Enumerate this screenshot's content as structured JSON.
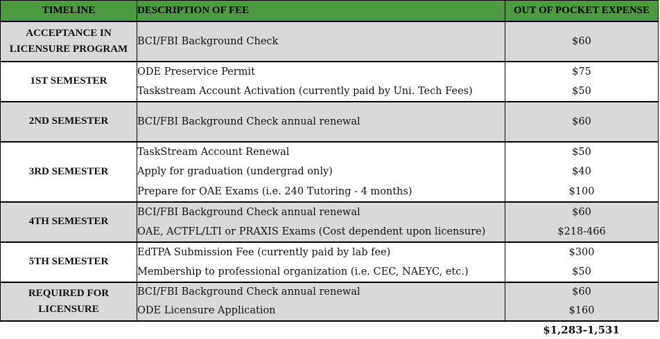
{
  "headers": {
    "timeline": "TIMELINE",
    "description": "DESCRIPTION OF FEE",
    "expense": "OUT OF POCKET EXPENSE"
  },
  "groups": [
    {
      "timeline": "ACCEPTANCE IN LICENSURE PROGRAM",
      "shade": "gray",
      "items": [
        {
          "description": "BCI/FBI Background Check",
          "cost": "$60"
        }
      ]
    },
    {
      "timeline": "1ST SEMESTER",
      "shade": "white",
      "items": [
        {
          "description": "ODE Preservice Permit",
          "cost": "$75"
        },
        {
          "description": "Taskstream Account Activation (currently paid by Uni. Tech Fees)",
          "cost": "$50"
        }
      ]
    },
    {
      "timeline": "2ND SEMESTER",
      "shade": "gray",
      "items": [
        {
          "description": "BCI/FBI Background Check annual renewal",
          "cost": "$60"
        }
      ]
    },
    {
      "timeline": "3RD SEMESTER",
      "shade": "white",
      "items": [
        {
          "description": "TaskStream Account Renewal",
          "cost": "$50"
        },
        {
          "description": "Apply for graduation (undergrad only)",
          "cost": "$40"
        },
        {
          "description": "Prepare for OAE Exams (i.e. 240 Tutoring - 4 months)",
          "cost": "$100"
        }
      ]
    },
    {
      "timeline": "4TH SEMESTER",
      "shade": "gray",
      "items": [
        {
          "description": "BCI/FBI Background Check annual renewal",
          "cost": "$60"
        },
        {
          "description": "OAE, ACTFL/LTI or PRAXIS Exams (Cost dependent upon licensure)",
          "cost": "$218-466"
        }
      ]
    },
    {
      "timeline": "5TH SEMESTER",
      "shade": "white",
      "items": [
        {
          "description": "EdTPA Submission Fee (currently paid by lab fee)",
          "cost": "$300"
        },
        {
          "description": "Membership to professional organization (i.e. CEC, NAEYC, etc.)",
          "cost": "$50"
        }
      ]
    },
    {
      "timeline": "REQUIRED FOR LICENSURE",
      "shade": "gray",
      "items": [
        {
          "description": "BCI/FBI Background Check annual renewal",
          "cost": "$60"
        },
        {
          "description": "ODE Licensure Application",
          "cost": "$160"
        }
      ]
    }
  ],
  "total": "$1,283-1,531",
  "colors": {
    "header_bg": "#4e9a40",
    "shaded_row": "#d9d9d9"
  }
}
